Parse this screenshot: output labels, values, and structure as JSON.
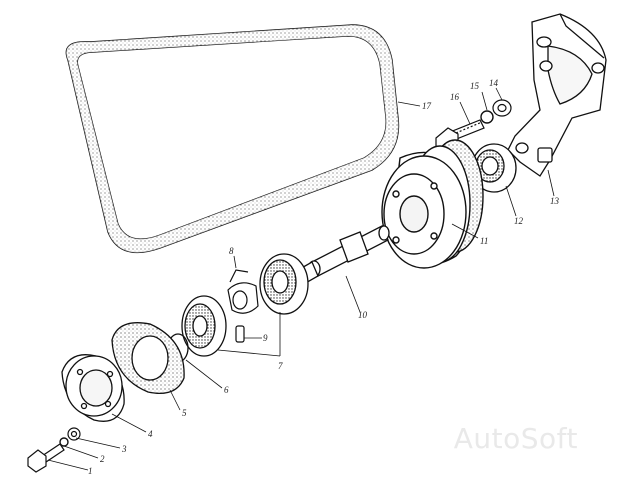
{
  "diagram": {
    "part_labels": [
      "1",
      "2",
      "3",
      "4",
      "5",
      "6",
      "7",
      "8",
      "9",
      "10",
      "11",
      "12",
      "13",
      "14",
      "15",
      "16",
      "17"
    ]
  },
  "watermark": "AutoSoft"
}
